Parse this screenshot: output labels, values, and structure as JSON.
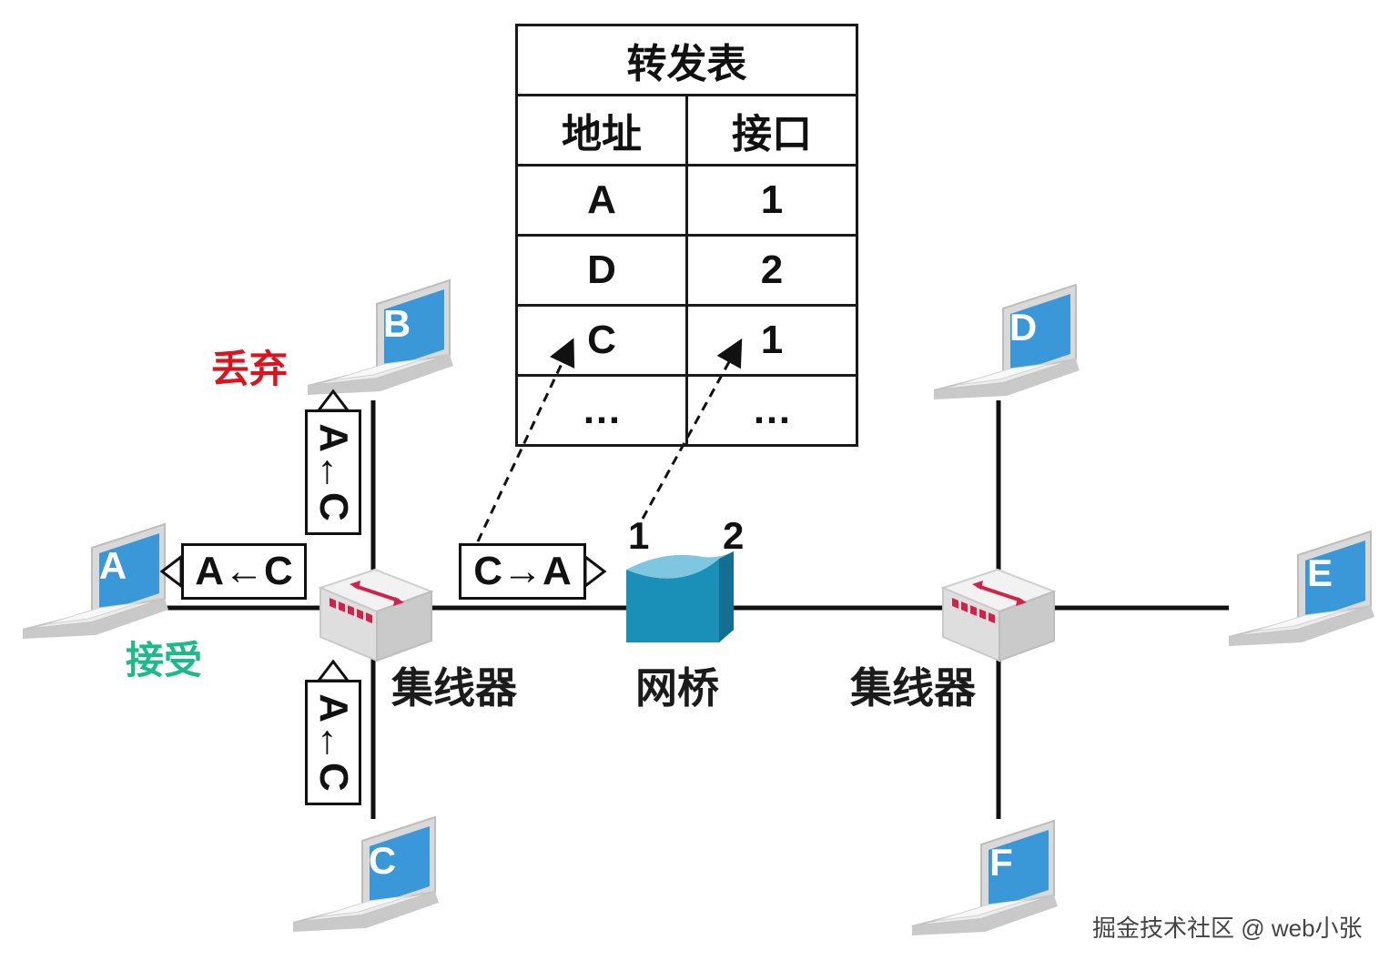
{
  "forwarding_table": {
    "title": "转发表",
    "headers": [
      "地址",
      "接口"
    ],
    "rows": [
      [
        "A",
        "1"
      ],
      [
        "D",
        "2"
      ],
      [
        "C",
        "1"
      ],
      [
        "…",
        "…"
      ]
    ]
  },
  "hosts": {
    "a": "A",
    "b": "B",
    "c": "C",
    "d": "D",
    "e": "E",
    "f": "F"
  },
  "devices": {
    "hub_left": "集线器",
    "bridge": "网桥",
    "hub_right": "集线器"
  },
  "bridge_ports": {
    "port1": "1",
    "port2": "2"
  },
  "frames": {
    "to_a": "A←C",
    "to_b": "A←C",
    "from_c": "A←C",
    "to_bridge": "C→A"
  },
  "status": {
    "b": "丢弃",
    "a": "接受"
  },
  "watermark": "掘金技术社区 @ web小张",
  "colors": {
    "laptop_screen": "#3a97d8",
    "hub_arrow": "#d2224a",
    "bridge": "#1a8fb8",
    "discard": "#d9161f",
    "accept": "#1cb98a"
  }
}
